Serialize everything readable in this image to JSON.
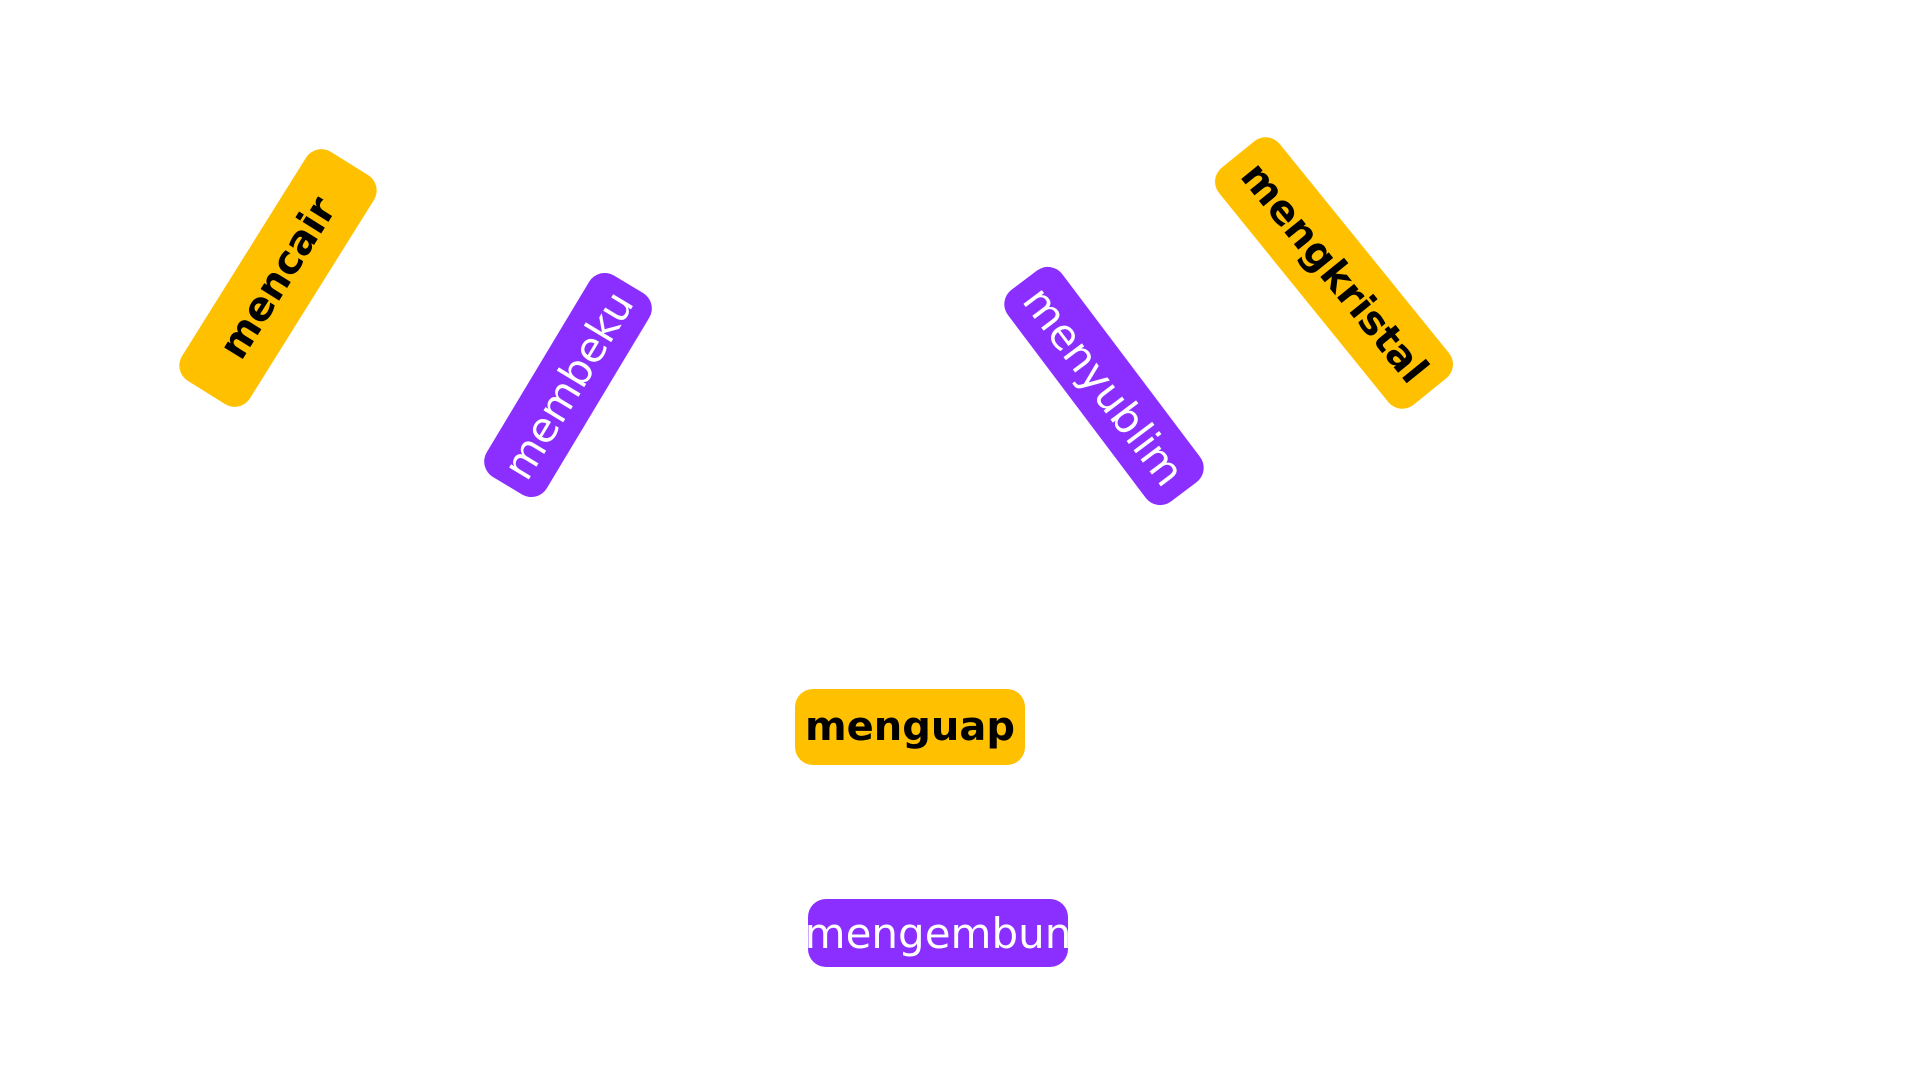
{
  "labels": {
    "mencair": {
      "text": "mencair",
      "color": "#FFC000"
    },
    "membeku": {
      "text": "membeku",
      "color": "#8A2FFF"
    },
    "menyublim": {
      "text": "menyublim",
      "color": "#8A2FFF"
    },
    "mengkristal": {
      "text": "mengkristal",
      "color": "#FFC000"
    },
    "menguap": {
      "text": "menguap",
      "color": "#FFC000"
    },
    "mengembun": {
      "text": "mengembun",
      "color": "#8A2FFF"
    }
  }
}
